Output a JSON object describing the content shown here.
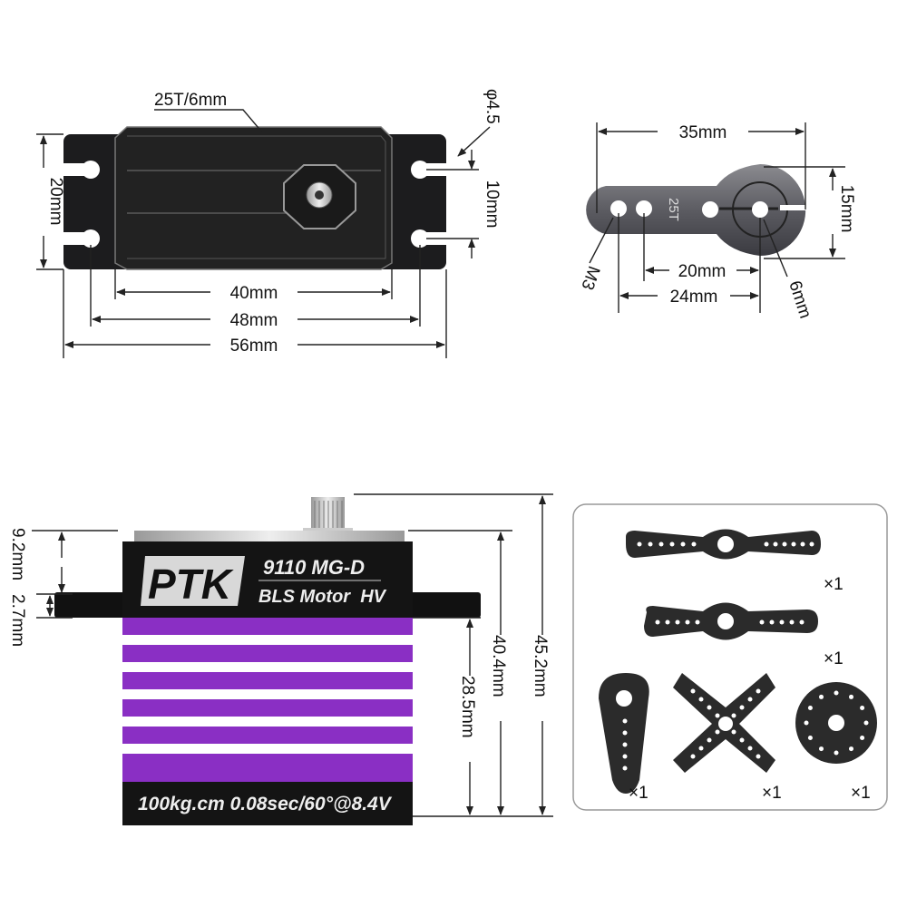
{
  "top_view": {
    "spline_label": "25T/6mm",
    "hole_label": "φ4.5",
    "height_label": "20mm",
    "hole_spacing_label": "10mm",
    "width_40": "40mm",
    "width_48": "48mm",
    "width_56": "56mm"
  },
  "horn": {
    "engraving": "25T",
    "length_label": "35mm",
    "height_label": "15mm",
    "hole20_label": "20mm",
    "hole24_label": "24mm",
    "screw_label": "M3",
    "bore_label": "6mm"
  },
  "front_view": {
    "brand": "PTK",
    "model": "9110 MG-D",
    "subtitle": "BLS Motor  HV",
    "specs": "100kg.cm 0.08sec/60°@8.4V",
    "dim_9_2": "9.2mm",
    "dim_2_7": "2.7mm",
    "dim_28_5": "28.5mm",
    "dim_40_4": "40.4mm",
    "dim_45_2": "45.2mm",
    "colors": {
      "purple": "#8a2fc4",
      "body": "#141414"
    }
  },
  "accessories": {
    "quantities": [
      "×1",
      "×1",
      "×1",
      "×1",
      "×1"
    ]
  }
}
